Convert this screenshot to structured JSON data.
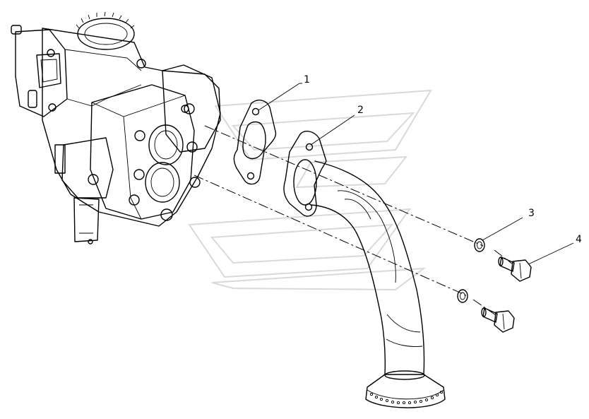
{
  "callouts": [
    {
      "label": "1",
      "part": "gasket"
    },
    {
      "label": "2",
      "part": "suction-pipe"
    },
    {
      "label": "3",
      "part": "washer"
    },
    {
      "label": "4",
      "part": "bolt"
    }
  ],
  "icons": [
    "oil-pump-assembly",
    "gasket",
    "suction-pipe",
    "washer",
    "bolt",
    "watermark-logo"
  ]
}
